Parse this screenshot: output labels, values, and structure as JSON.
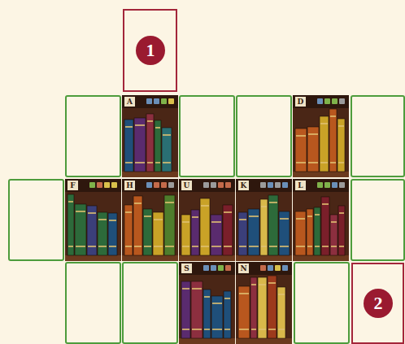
{
  "diagram": {
    "nodes": [
      {
        "text": [
          "1"
        ]
      },
      {
        "text": [
          "A"
        ]
      },
      {
        "text": [
          "D"
        ]
      },
      {
        "text": [
          "F"
        ]
      },
      {
        "text": [
          "H"
        ]
      },
      {
        "text": [
          "U"
        ]
      },
      {
        "text": [
          "K"
        ]
      },
      {
        "text": [
          "L"
        ]
      },
      {
        "text": [
          "S"
        ]
      },
      {
        "text": [
          "N"
        ]
      },
      {
        "text": [
          "2"
        ]
      }
    ]
  }
}
